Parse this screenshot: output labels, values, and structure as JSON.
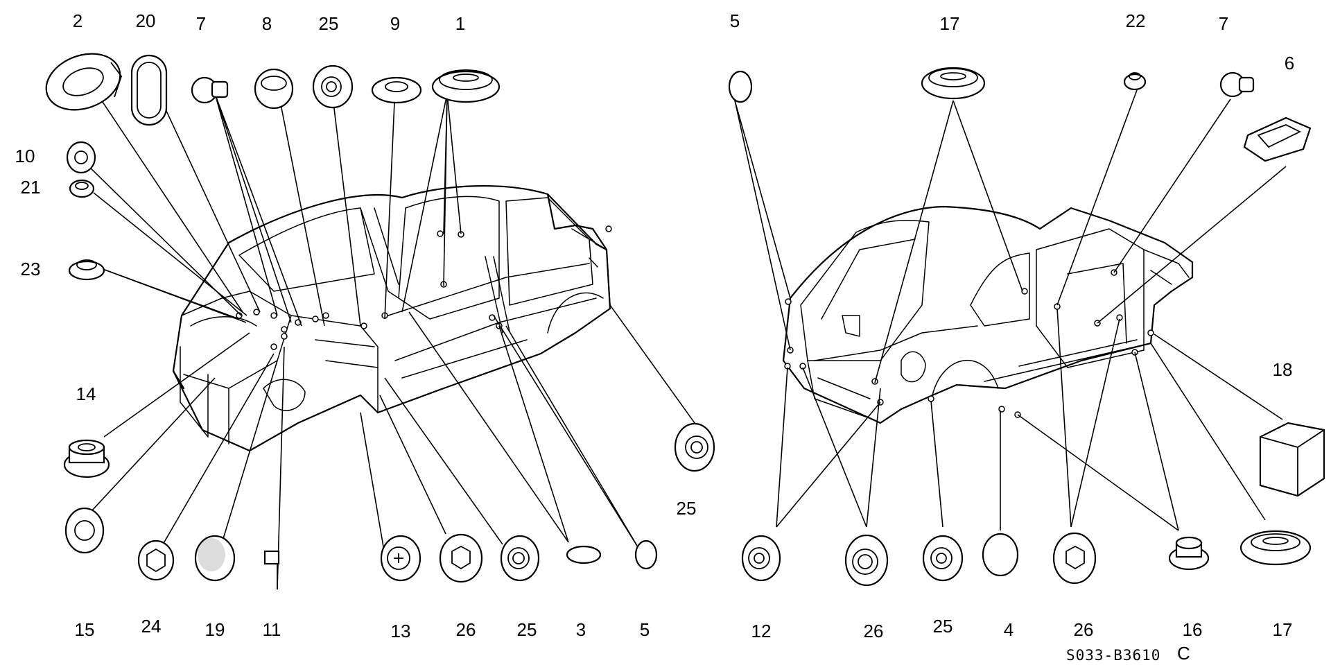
{
  "diagram_code": "S033-B3610",
  "diagram_code_suffix": "C",
  "callouts_left": [
    {
      "id": "c-2",
      "number": "2"
    },
    {
      "id": "c-20",
      "number": "20"
    },
    {
      "id": "c-7a",
      "number": "7"
    },
    {
      "id": "c-8",
      "number": "8"
    },
    {
      "id": "c-25a",
      "number": "25"
    },
    {
      "id": "c-9",
      "number": "9"
    },
    {
      "id": "c-1",
      "number": "1"
    },
    {
      "id": "c-10",
      "number": "10"
    },
    {
      "id": "c-21",
      "number": "21"
    },
    {
      "id": "c-23",
      "number": "23"
    },
    {
      "id": "c-14",
      "number": "14"
    },
    {
      "id": "c-15",
      "number": "15"
    },
    {
      "id": "c-24",
      "number": "24"
    },
    {
      "id": "c-19",
      "number": "19"
    },
    {
      "id": "c-11",
      "number": "11"
    },
    {
      "id": "c-13",
      "number": "13"
    },
    {
      "id": "c-26a",
      "number": "26"
    },
    {
      "id": "c-25b",
      "number": "25"
    },
    {
      "id": "c-3",
      "number": "3"
    },
    {
      "id": "c-5a",
      "number": "5"
    },
    {
      "id": "c-25c",
      "number": "25"
    }
  ],
  "callouts_right": [
    {
      "id": "c-5b",
      "number": "5"
    },
    {
      "id": "c-17a",
      "number": "17"
    },
    {
      "id": "c-22",
      "number": "22"
    },
    {
      "id": "c-7b",
      "number": "7"
    },
    {
      "id": "c-6",
      "number": "6"
    },
    {
      "id": "c-18",
      "number": "18"
    },
    {
      "id": "c-12",
      "number": "12"
    },
    {
      "id": "c-26b",
      "number": "26"
    },
    {
      "id": "c-25d",
      "number": "25"
    },
    {
      "id": "c-4",
      "number": "4"
    },
    {
      "id": "c-26c",
      "number": "26"
    },
    {
      "id": "c-16",
      "number": "16"
    },
    {
      "id": "c-17b",
      "number": "17"
    }
  ]
}
